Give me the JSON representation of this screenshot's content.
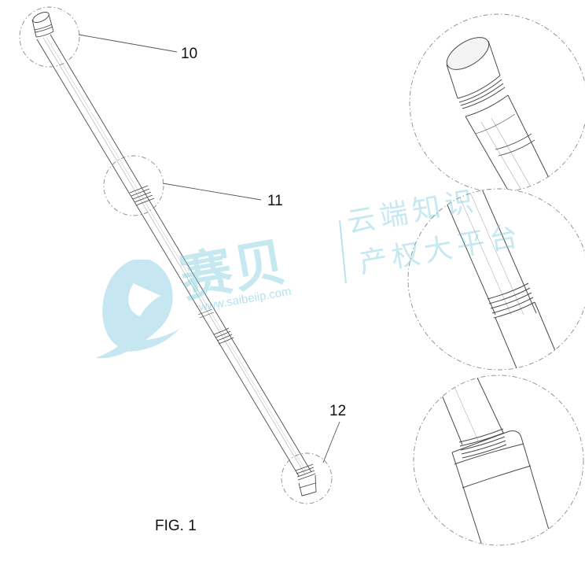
{
  "figure": {
    "caption": "FIG. 1",
    "reference_labels": {
      "ref_10": "10",
      "ref_11": "11",
      "ref_12": "12"
    }
  },
  "watermark": {
    "brand": "赛贝",
    "line1": "云端知识",
    "line2": "产权大平台",
    "url": "www.saibeiip.com",
    "color": "#78c8de"
  },
  "colors": {
    "line": "#4a4a4a",
    "leader": "#555555",
    "callout_circle": "#8a8a8a"
  }
}
